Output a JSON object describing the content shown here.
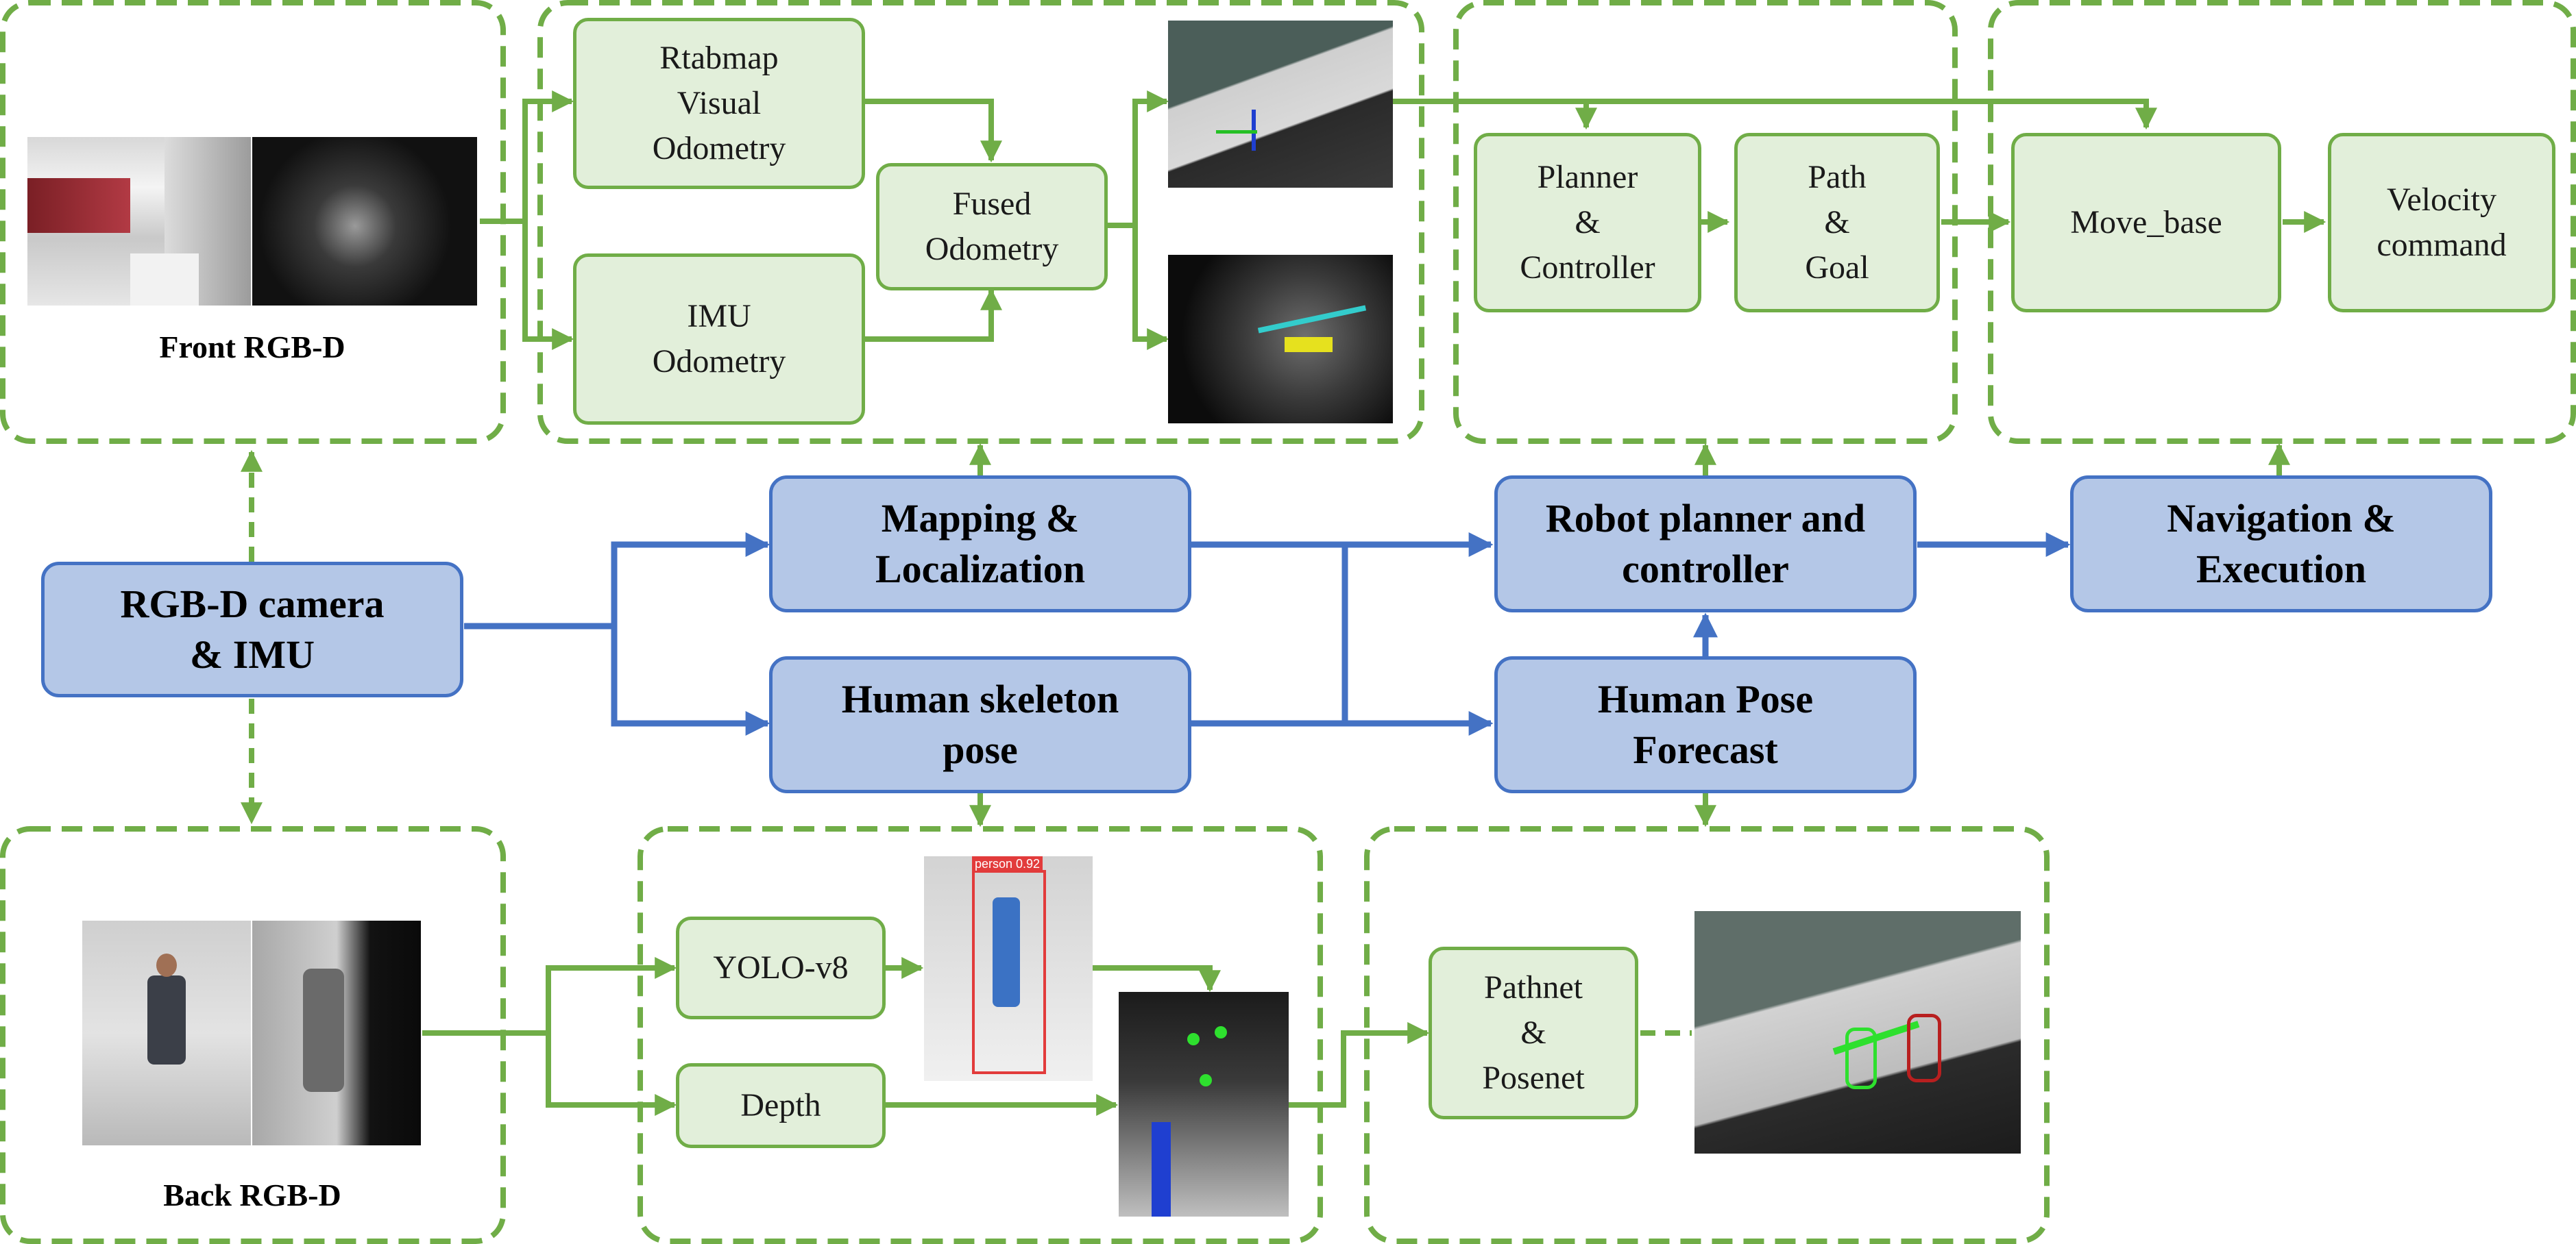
{
  "colors": {
    "green_border": "#70ad47",
    "green_fill": "#e2efda",
    "blue_border": "#4472c4",
    "blue_fill": "#b4c7e7"
  },
  "center": {
    "rgbd_imu": "RGB-D camera\n& IMU",
    "mapping": "Mapping &\nLocalization",
    "skeleton": "Human skeleton\npose",
    "planner": "Robot planner and\ncontroller",
    "forecast": "Human Pose\nForecast",
    "navigation": "Navigation &\nExecution"
  },
  "front_panel": {
    "caption": "Front RGB-D"
  },
  "back_panel": {
    "caption": "Back RGB-D"
  },
  "mapping_panel": {
    "rtabmap": "Rtabmap\nVisual\nOdometry",
    "imu_odom": "IMU\nOdometry",
    "fused": "Fused\nOdometry"
  },
  "planner_panel": {
    "planner_controller": "Planner\n&\nController",
    "path_goal": "Path\n&\nGoal"
  },
  "nav_panel": {
    "move_base": "Move_base",
    "velocity": "Velocity\ncommand"
  },
  "skeleton_panel": {
    "yolo": "YOLO-v8",
    "depth": "Depth",
    "detection_label": "person 0.92"
  },
  "forecast_panel": {
    "pathnet": "Pathnet\n&\nPosenet"
  }
}
